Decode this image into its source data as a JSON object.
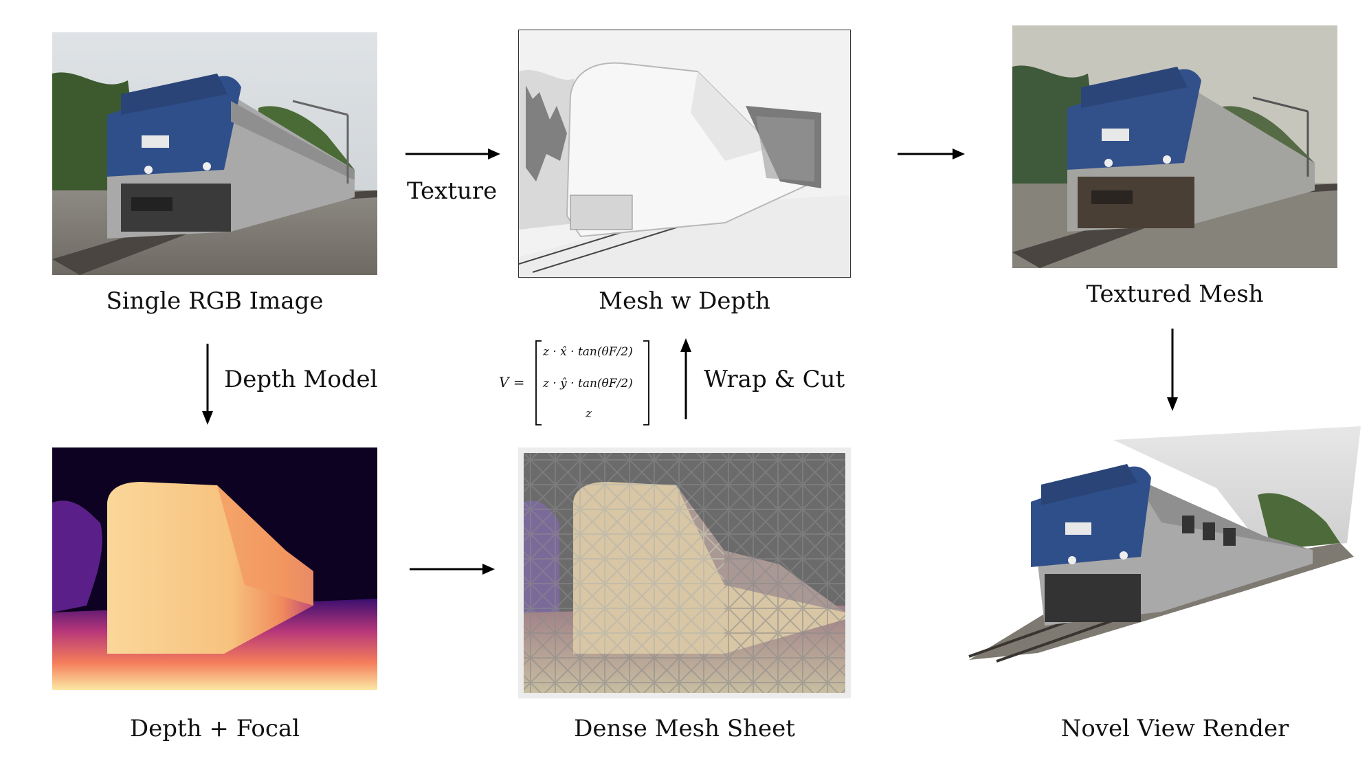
{
  "captions": {
    "rgb": "Single RGB Image",
    "mesh_depth": "Mesh w Depth",
    "textured": "Textured Mesh",
    "depth_focal": "Depth + Focal",
    "dense_sheet": "Dense Mesh Sheet",
    "novel": "Novel View Render"
  },
  "arrow_labels": {
    "texture": "Texture",
    "depth_model": "Depth Model",
    "wrap_cut": "Wrap & Cut"
  },
  "formula": {
    "lhs": "V =",
    "row1": "z · x̂ · tan(θF/2)",
    "row2": "z · ŷ · tan(θF/2)",
    "row3": "z"
  },
  "colors": {
    "train_blue": "#2f4f8a",
    "train_silver": "#a8a8a8",
    "depth_near": "#f7d08a",
    "depth_far": "#0d0221",
    "mesh_grey": "#6b6b6b"
  }
}
